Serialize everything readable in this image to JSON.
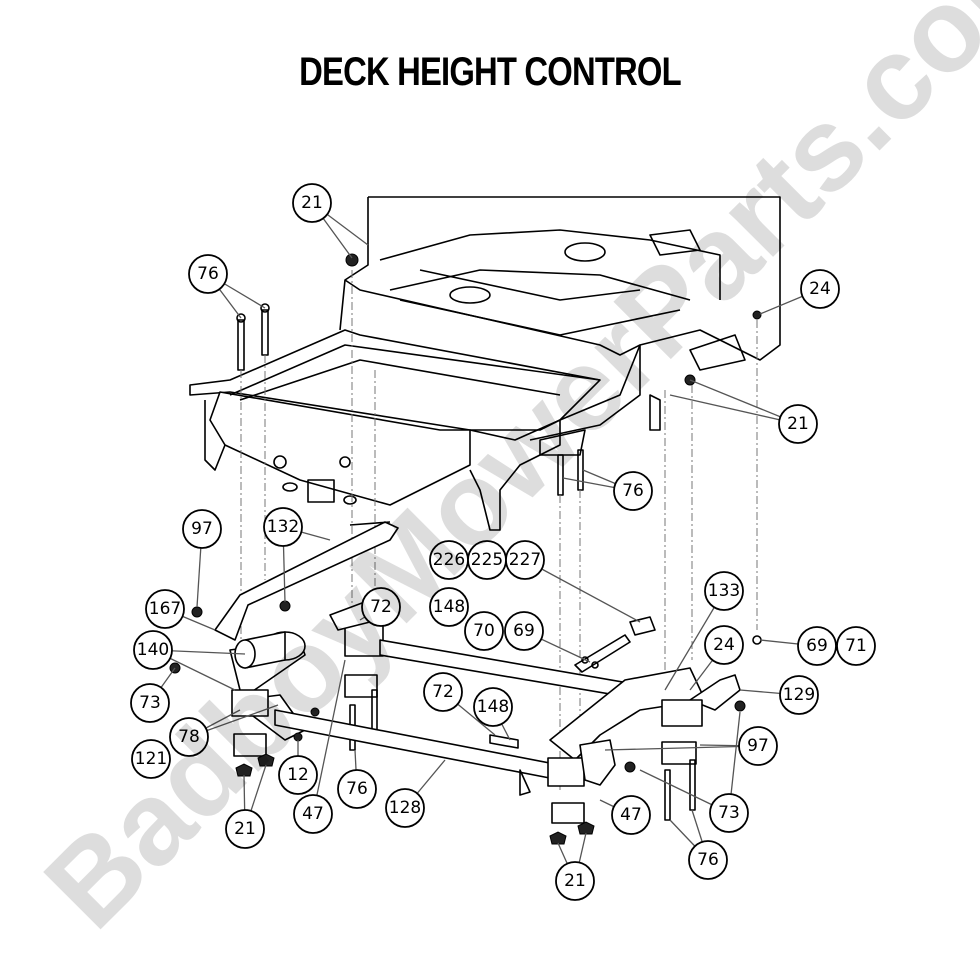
{
  "title": "DECK HEIGHT CONTROL",
  "watermark": "BadboyMowerParts.com",
  "callouts": [
    "21",
    "76",
    "24",
    "21",
    "76",
    "97",
    "132",
    "226",
    "225",
    "227",
    "133",
    "167",
    "72",
    "148",
    "70",
    "69",
    "140",
    "24",
    "69",
    "71",
    "73",
    "72",
    "148",
    "129",
    "78",
    "121",
    "97",
    "12",
    "76",
    "47",
    "128",
    "47",
    "73",
    "21",
    "76",
    "21"
  ]
}
